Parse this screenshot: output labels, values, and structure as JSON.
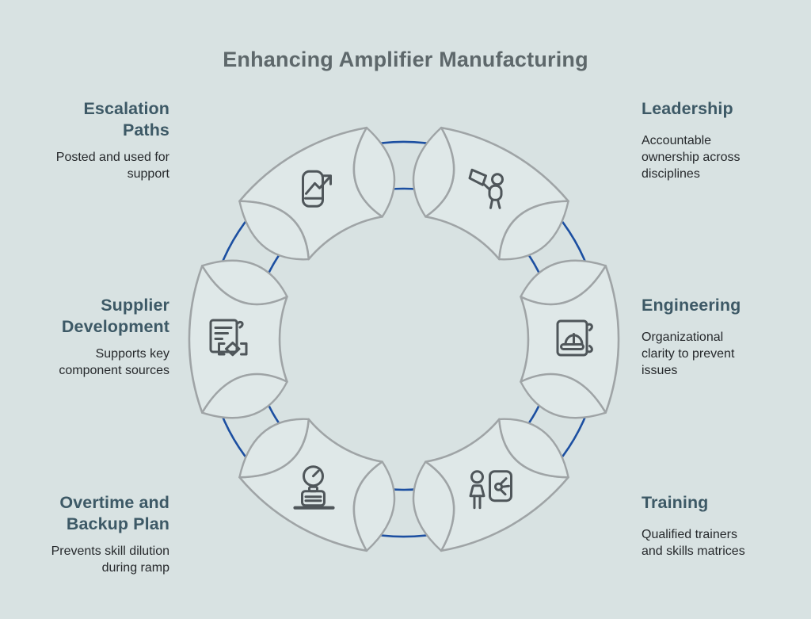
{
  "title": "Enhancing Amplifier Manufacturing",
  "colors": {
    "background": "#d8e2e2",
    "segment_fill": "#dfe8e8",
    "outline_gray": "#9fa4a6",
    "accent_blue": "#1c4fa1",
    "icon_gray": "#4f565a",
    "heading_teal": "#3d5966",
    "body_dark": "#26292c",
    "title_gray": "#5e686b"
  },
  "items": [
    {
      "id": "escalation-paths",
      "heading": "Escalation\nPaths",
      "body": "Posted and used for\nsupport",
      "position": "top-left",
      "icon": "phone-trend-up-icon"
    },
    {
      "id": "leadership",
      "heading": "Leadership",
      "body": "Accountable\nownership across\ndisciplines",
      "position": "top-right",
      "icon": "person-megaphone-icon"
    },
    {
      "id": "supplier-development",
      "heading": "Supplier\nDevelopment",
      "body": "Supports key\ncomponent sources",
      "position": "middle-left",
      "icon": "contract-handshake-icon"
    },
    {
      "id": "engineering",
      "heading": "Engineering",
      "body": "Organizational\nclarity to prevent\nissues",
      "position": "middle-right",
      "icon": "blueprint-hardhat-icon"
    },
    {
      "id": "overtime-backup-plan",
      "heading": "Overtime and\nBackup Plan",
      "body": "Prevents skill dilution\nduring ramp",
      "position": "bottom-left",
      "icon": "gauge-briefcase-icon"
    },
    {
      "id": "training",
      "heading": "Training",
      "body": "Qualified trainers\nand skills matrices",
      "position": "bottom-right",
      "icon": "person-whiteboard-icon"
    }
  ]
}
